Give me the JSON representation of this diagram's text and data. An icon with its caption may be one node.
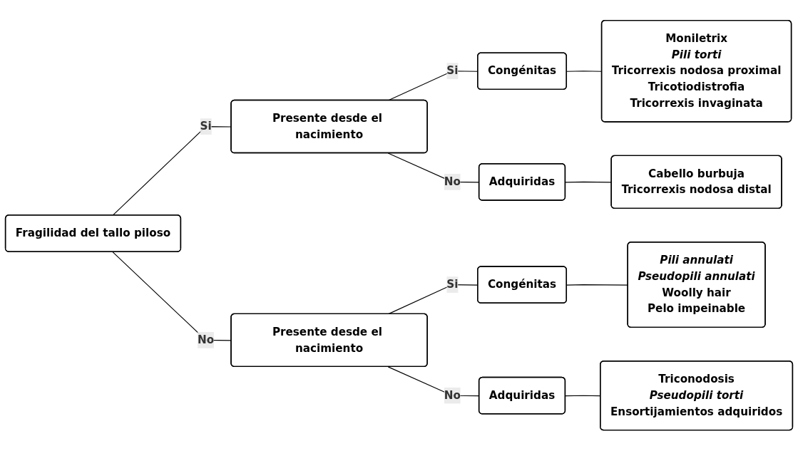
{
  "diagram": {
    "nodes": [
      {
        "text": [
          "Fragilidad del tallo piloso"
        ]
      },
      {
        "text": [
          "Presente desde el nacimiento"
        ]
      },
      {
        "text": [
          "Presente desde el nacimiento"
        ]
      },
      {
        "text": [
          "Congénitas"
        ]
      },
      {
        "text": [
          "Adquiridas"
        ]
      },
      {
        "text": [
          "Congénitas"
        ]
      },
      {
        "text": [
          "Adquiridas"
        ]
      },
      {
        "text": [
          "Moniletrix",
          "Pili torti",
          "Tricorrexis nodosa proximal",
          "Tricotiodistrofia",
          "Tricorrexis invaginata"
        ]
      },
      {
        "text": [
          "Cabello burbuja",
          "Tricorrexis nodosa distal"
        ]
      },
      {
        "text": [
          "Pili annulati",
          "Pseudopili annulati",
          "Woolly hair",
          "Pelo impeinable"
        ]
      },
      {
        "text": [
          "Triconodosis",
          "Pseudopili torti",
          "Ensortijamientos adquiridos"
        ]
      }
    ],
    "edges": [
      {
        "from": 0,
        "to": 1,
        "arrow": "none",
        "label": "Si"
      },
      {
        "from": 0,
        "to": 2,
        "arrow": "none",
        "label": "No"
      },
      {
        "from": 1,
        "to": 3,
        "arrow": "none",
        "label": "Si"
      },
      {
        "from": 1,
        "to": 4,
        "arrow": "none",
        "label": "No"
      },
      {
        "from": 2,
        "to": 5,
        "arrow": "none",
        "label": "Si"
      },
      {
        "from": 2,
        "to": 6,
        "arrow": "none",
        "label": "No"
      },
      {
        "from": 3,
        "to": 7,
        "arrow": "none"
      },
      {
        "from": 4,
        "to": 8,
        "arrow": "none"
      },
      {
        "from": 5,
        "to": 9,
        "arrow": "none"
      },
      {
        "from": 6,
        "to": 10,
        "arrow": "none"
      }
    ]
  }
}
